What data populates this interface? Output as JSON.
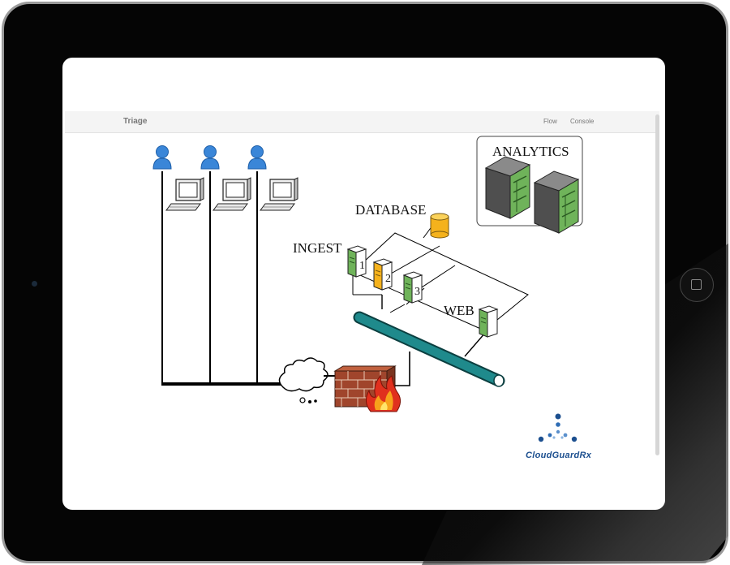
{
  "app": {
    "nav_title": "Triage",
    "nav_links": [
      "Flow",
      "Console"
    ]
  },
  "diagram": {
    "analytics_label": "ANALYTICS",
    "database_label": "DATABASE",
    "ingest_label": "INGEST",
    "web_label": "WEB",
    "ingest_numbers": [
      "1",
      "2",
      "3"
    ]
  },
  "brand": {
    "logo_text": "CloudGuardRx"
  },
  "colors": {
    "pipe": "#1f8a8c",
    "server_green": "#6fb35a",
    "server_orange": "#f5b21c",
    "database": "#f5b21c",
    "brick": "#a0452c",
    "person": "#3a86d8",
    "logo": "#1c4f8f"
  },
  "icons": [
    "person-icon",
    "computer-icon",
    "server-icon",
    "database-icon",
    "cloud-icon",
    "firewall-icon",
    "fire-icon"
  ]
}
